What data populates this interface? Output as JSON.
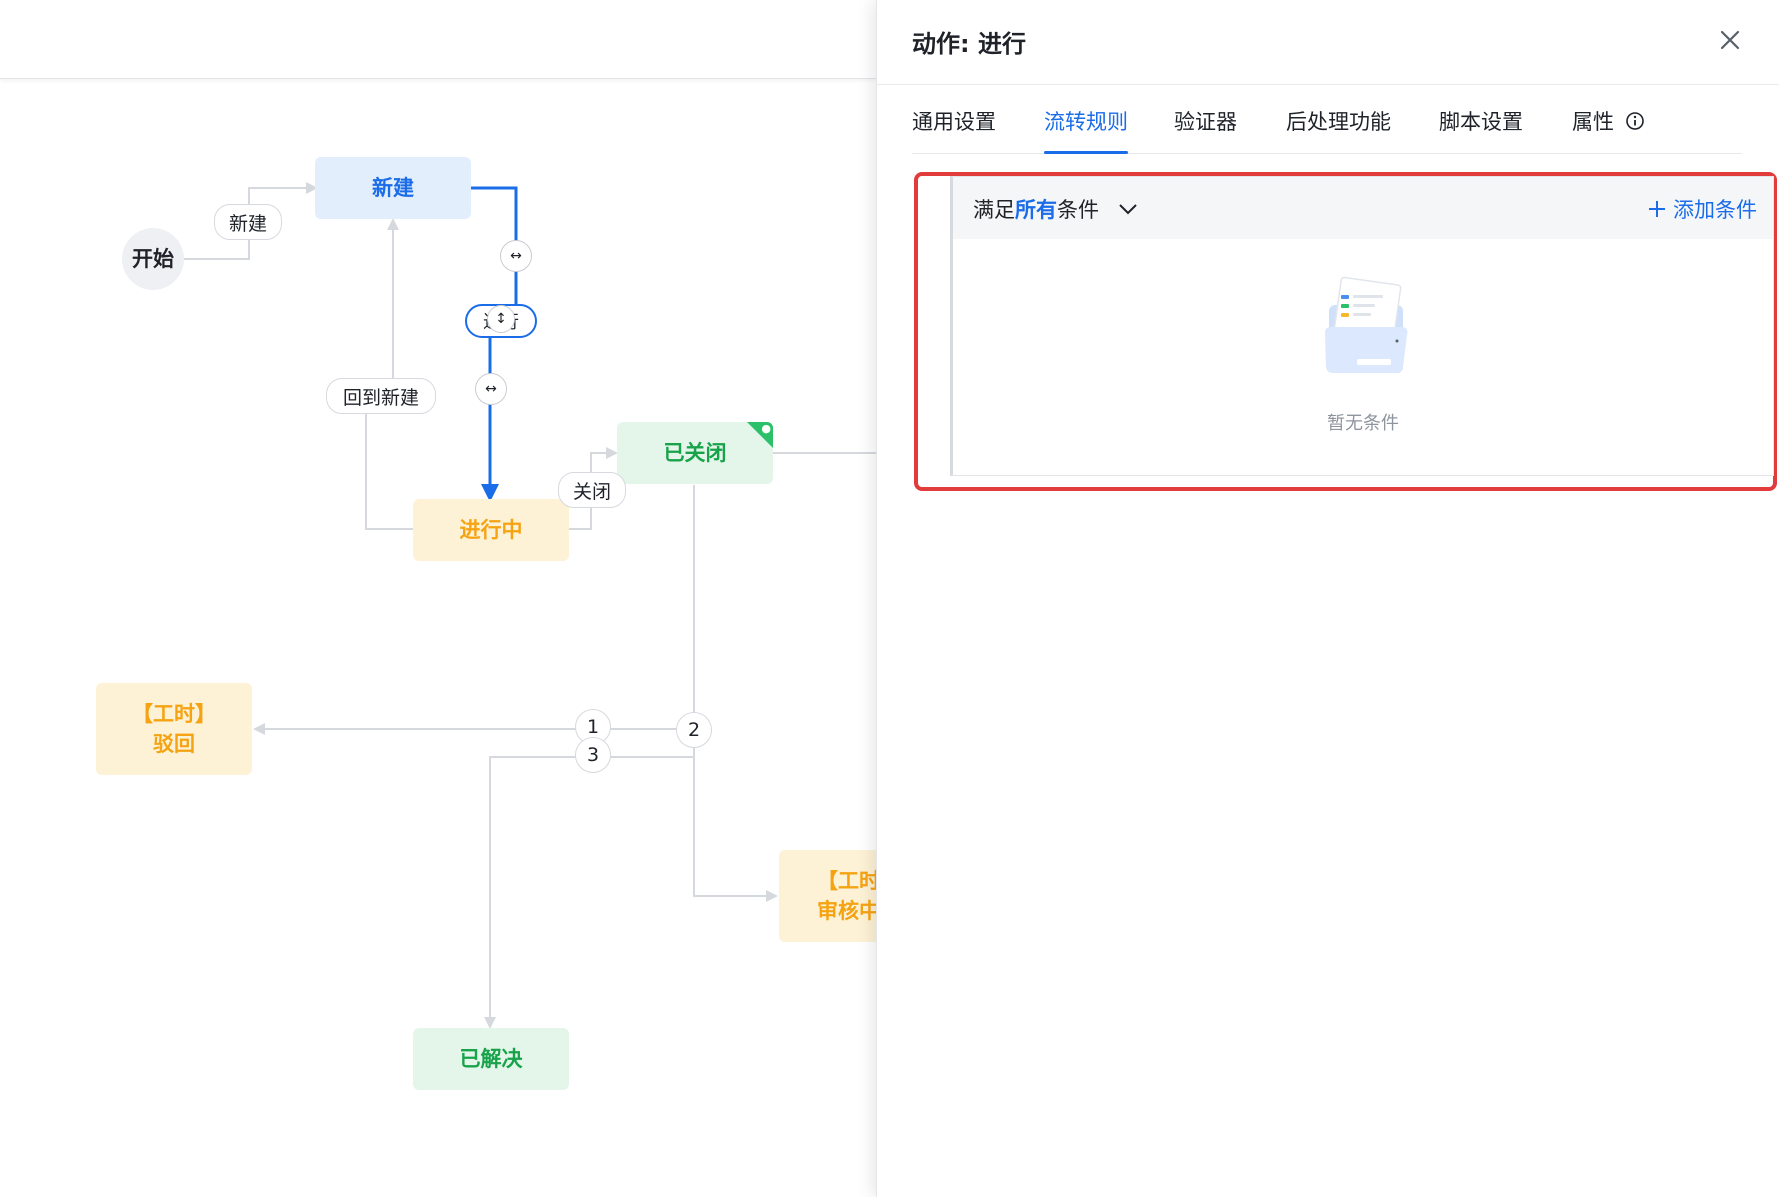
{
  "canvas": {
    "nodes": {
      "start": "开始",
      "new": "新建",
      "in_progress": "进行中",
      "closed": "已关闭",
      "reject_line1": "【工时】",
      "reject_line2": "驳回",
      "review_line1": "【工时",
      "review_line2": "审核中",
      "resolved": "已解决"
    },
    "edge_labels": {
      "create": "新建",
      "back_to_new": "回到新建",
      "close": "关闭",
      "progress_selected": "进行",
      "num1": "1",
      "num2": "2",
      "num3": "3"
    },
    "handles": {
      "horizontal": "↔",
      "vertical": "↕"
    }
  },
  "drawer": {
    "title": "动作: 进行",
    "tabs": [
      {
        "label": "通用设置"
      },
      {
        "label": "流转规则"
      },
      {
        "label": "验证器"
      },
      {
        "label": "后处理功能"
      },
      {
        "label": "脚本设置"
      },
      {
        "label": "属性"
      }
    ],
    "active_tab": "流转规则",
    "rules": {
      "mode_prefix": "满足",
      "mode_value": "所有",
      "mode_suffix": "条件",
      "add_label": "添加条件",
      "empty_text": "暂无条件"
    }
  },
  "colors": {
    "accent": "#1a6ce8",
    "highlight_border": "#e23b3b",
    "progress_text": "#f5a312",
    "green_text": "#18a34a"
  }
}
